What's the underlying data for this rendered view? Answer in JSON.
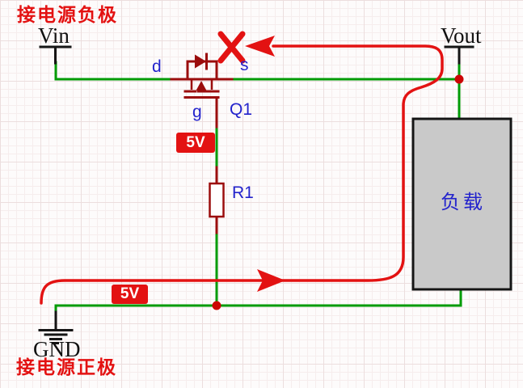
{
  "annotations": {
    "top_note": "接电源负极",
    "bottom_note": "接电源正极"
  },
  "terminals": {
    "vin": "Vin",
    "vout": "Vout",
    "gnd": "GND"
  },
  "components": {
    "mosfet": {
      "ref": "Q1",
      "pin_drain": "d",
      "pin_source": "s",
      "pin_gate": "g"
    },
    "resistor": {
      "ref": "R1"
    },
    "load": {
      "label": "负载"
    }
  },
  "badges": {
    "gate_voltage": "5V",
    "bottom_voltage": "5V"
  },
  "colors": {
    "wire_green": "#009B06",
    "component_maroon": "#9B0D0D",
    "highlight_red": "#E31212",
    "junction_red": "#CC0404",
    "label_blue": "#2323CC",
    "load_gray": "#C9C9C9"
  }
}
